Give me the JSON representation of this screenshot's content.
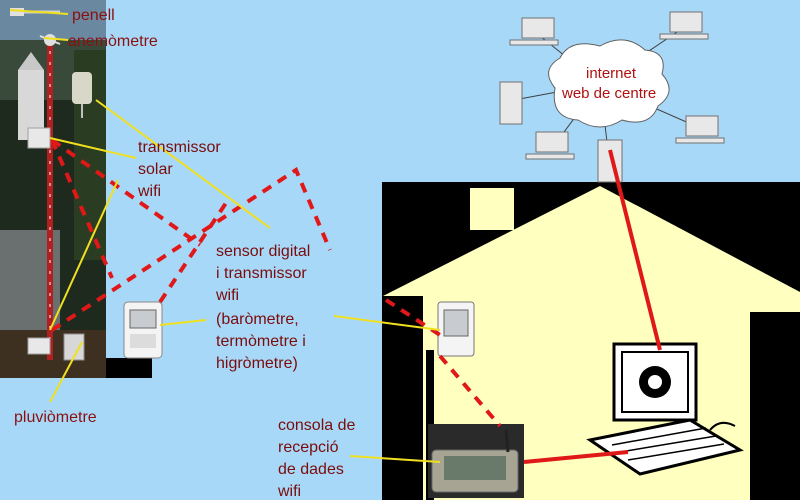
{
  "labels": {
    "penell": "penell",
    "anemometre": "anemòmetre",
    "transmissor": [
      "transmissor",
      "solar",
      "wifi"
    ],
    "sensor": [
      "sensor digital",
      "i transmissor",
      "wifi",
      "(baròmetre,",
      "termòmetre i",
      "higròmetre)"
    ],
    "pluviometre": "pluviòmetre",
    "consola": [
      "consola de",
      "recepció",
      "de dades",
      "wifi"
    ],
    "internet": [
      "internet",
      "web de centre"
    ]
  },
  "colors": {
    "sky": "#a8d8f8",
    "house": "#ffffc0",
    "link": "#e01818",
    "pointer": "#f0e020",
    "label": "#8a1010"
  }
}
